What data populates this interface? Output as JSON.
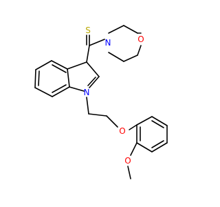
{
  "molecule": {
    "colors": {
      "bond": "#000000",
      "sulfur": "#b8a800",
      "oxygen": "#ff0000",
      "nitrogen": "#0000ff",
      "background": "#ffffff"
    },
    "atoms": {
      "sulfur": "S",
      "morpholine_nitrogen": "N",
      "morpholine_oxygen": "O",
      "indole_nitrogen": "N",
      "ether_oxygen": "O",
      "methoxy_oxygen": "O"
    }
  }
}
